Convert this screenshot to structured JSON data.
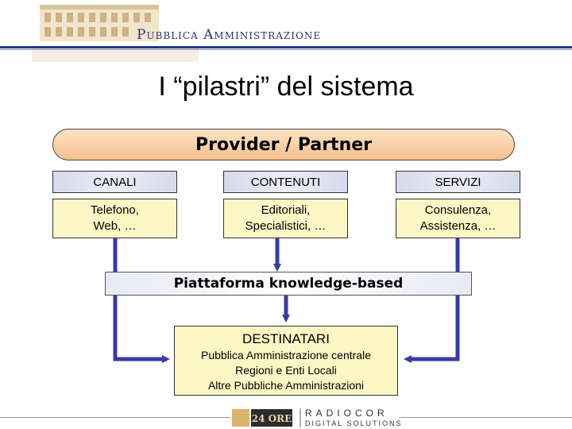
{
  "header": {
    "title": "Pubblica Amministrazione"
  },
  "slide": {
    "title": "I “pilastri” del sistema"
  },
  "provider": {
    "label": "Provider / Partner"
  },
  "columns": [
    {
      "header": "CANALI",
      "detail": "Telefono,\nWeb, …"
    },
    {
      "header": "CONTENUTI",
      "detail": "Editoriali,\nSpecialistici, …"
    },
    {
      "header": "SERVIZI",
      "detail": "Consulenza,\nAssistenza, …"
    }
  ],
  "platform": {
    "label": "Piattaforma knowledge-based"
  },
  "destinatari": {
    "title": "DESTINATARI",
    "lines": "Pubblica Amministrazione centrale\nRegioni e Enti Locali\nAltre Pubbliche Amministrazioni"
  },
  "footer": {
    "brand": "RADIOCOR",
    "sub": "DIGITAL SOLUTIONS",
    "logo_text": "24 ORE"
  },
  "colors": {
    "accent_blue": "#3a3aa8",
    "provider_fill": "#f6c997",
    "detail_fill": "#fdf6c5"
  }
}
